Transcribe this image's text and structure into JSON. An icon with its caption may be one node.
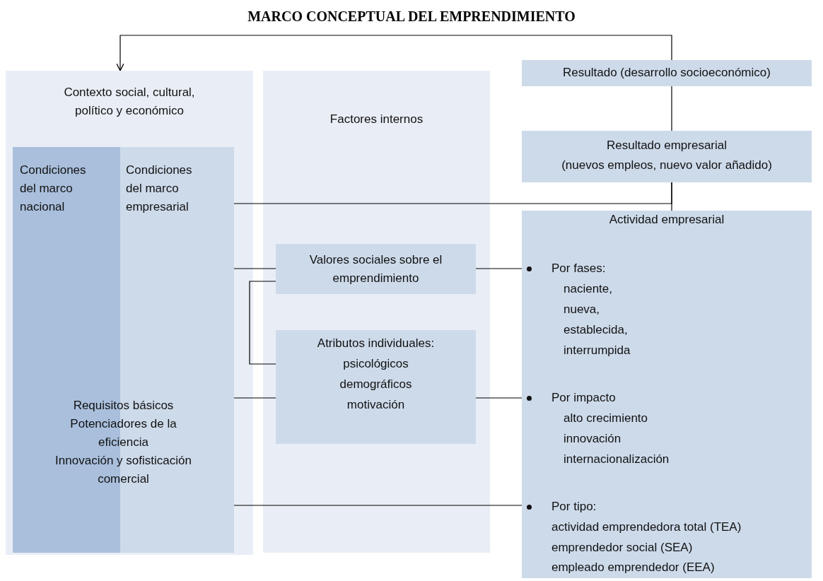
{
  "diagram": {
    "title": "MARCO CONCEPTUAL DEL EMPRENDIMIENTO",
    "nodes": [
      {
        "text": [
          "Contexto social, cultural, político y económico"
        ]
      },
      {
        "text": [
          "Condiciones del marco empresarial",
          "Requisitos básicos",
          "Potenciadores de la eficiencia",
          "Innovación y sofisticación comercial"
        ],
        "in": 0
      },
      {
        "text": [
          "Condiciones del marco nacional"
        ],
        "in": 1
      },
      {
        "text": [
          "Factores internos"
        ]
      },
      {
        "text": [
          "Valores sociales sobre el emprendimiento"
        ],
        "in": 3
      },
      {
        "text": [
          "Atributos individuales:",
          "psicológicos",
          "demográficos",
          "motivación"
        ],
        "in": 3
      },
      {
        "text": [
          "Resultado (desarrollo socioeconómico)"
        ]
      },
      {
        "text": [
          "Resultado empresarial",
          "(nuevos empleos, nuevo valor añadido)"
        ]
      },
      {
        "text": [
          "Actividad empresarial",
          "Por fases:",
          "naciente,",
          "nueva,",
          "establecida,",
          "interrumpida",
          "Por impacto",
          "alto crecimiento",
          "innovación",
          "internacionalización",
          "Por tipo:",
          "actividad emprendedora total (TEA)",
          "emprendedor social (SEA)",
          "empleado emprendedor (EEA)"
        ]
      }
    ],
    "edges": [
      {
        "from": 6,
        "to": 0,
        "arrow": "to"
      },
      {
        "from": 6,
        "to": 7,
        "arrow": "none"
      },
      {
        "from": 7,
        "to": 8,
        "arrow": "none"
      },
      {
        "from": 1,
        "to": 7,
        "arrow": "none"
      },
      {
        "from": 1,
        "to": 4,
        "arrow": "none"
      },
      {
        "from": 4,
        "to": 8,
        "arrow": "none"
      },
      {
        "from": 4,
        "to": 5,
        "arrow": "none"
      },
      {
        "from": 1,
        "to": 5,
        "arrow": "none"
      },
      {
        "from": 5,
        "to": 8,
        "arrow": "none"
      },
      {
        "from": 1,
        "to": 8,
        "arrow": "none"
      }
    ]
  }
}
